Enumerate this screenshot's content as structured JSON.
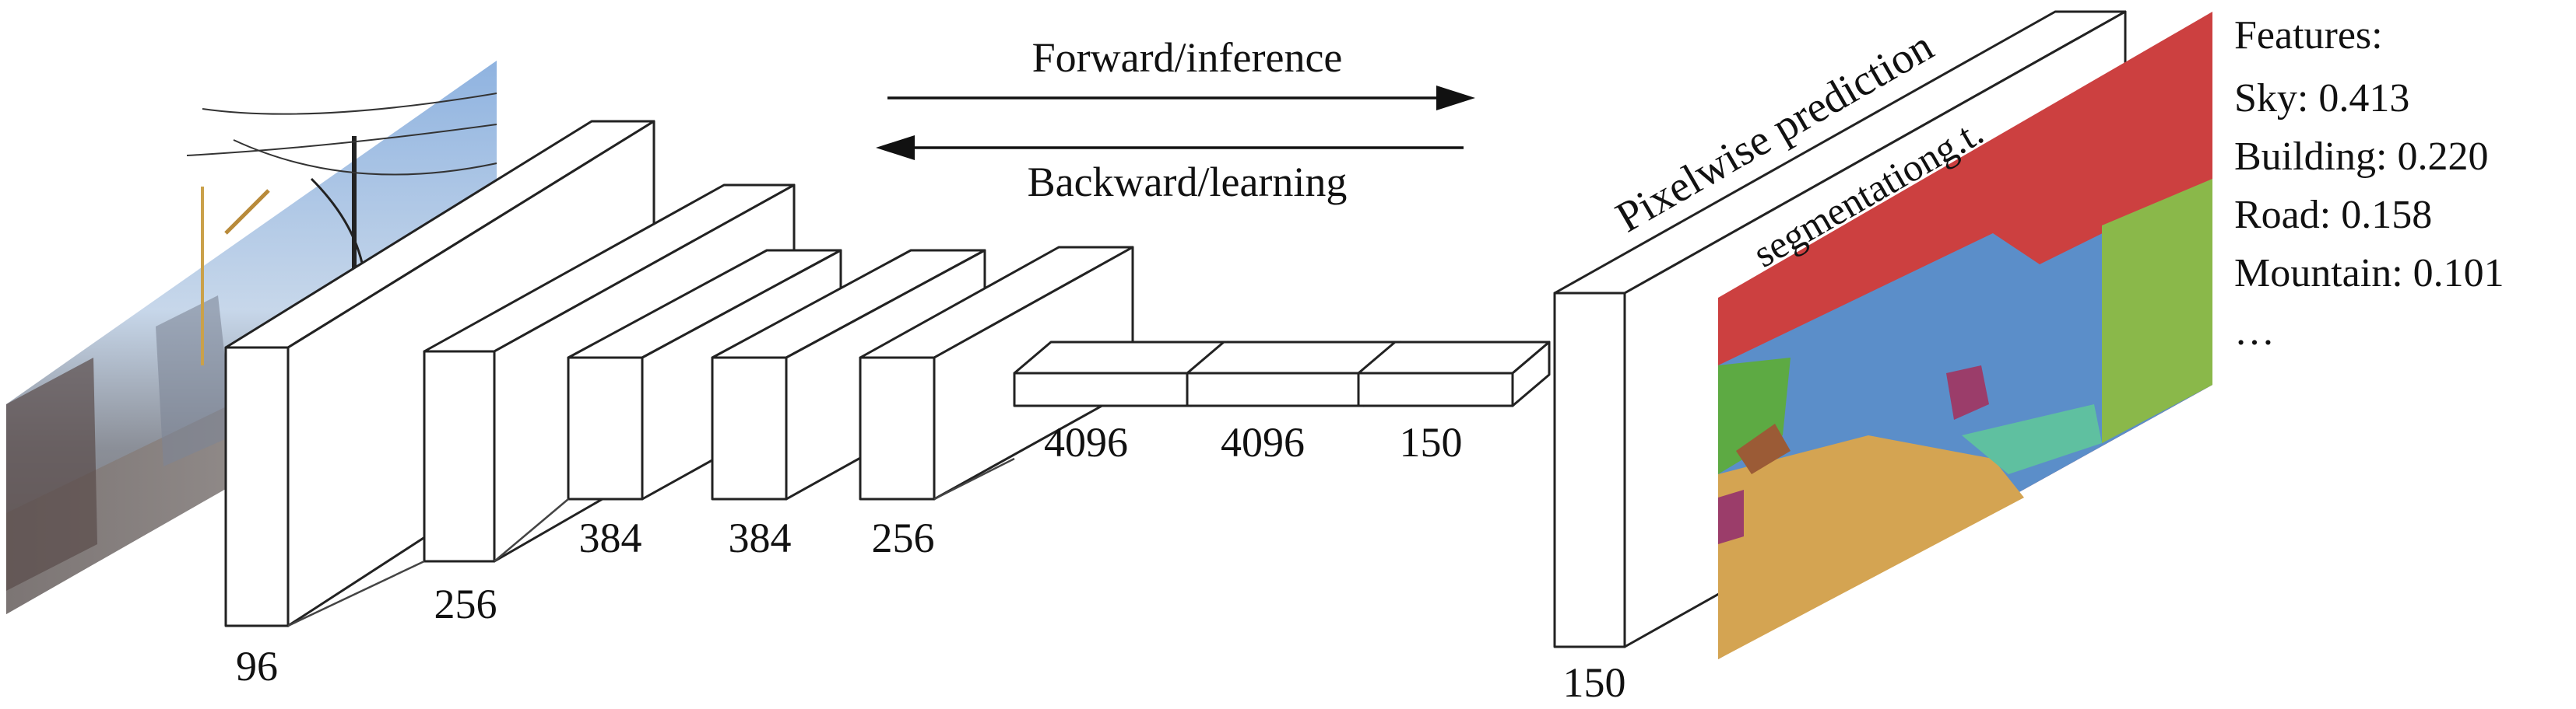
{
  "arrows": {
    "forward_label": "Forward/inference",
    "backward_label": "Backward/learning"
  },
  "layers": {
    "conv1": "96",
    "conv2": "256",
    "conv3": "384",
    "conv4": "384",
    "conv5": "256",
    "fc6": "4096",
    "fc7": "4096",
    "fc8": "150",
    "output": "150"
  },
  "output": {
    "prediction_label": "Pixelwise prediction",
    "segmentation_label": "segmentationg.t."
  },
  "features": {
    "title": "Features:",
    "items": [
      "Sky: 0.413",
      "Building: 0.220",
      "Road: 0.158",
      "Mountain: 0.101",
      "…"
    ]
  },
  "colors": {
    "segment_sky": "#cc4040",
    "segment_building": "#5b8ec9",
    "segment_road": "#d4a452",
    "segment_mountain": "#8ab84a",
    "segment_tree": "#5daa43",
    "segment_water": "#5fc0a0",
    "segment_other": "#9b3d6a",
    "segment_brown": "#9b5b36"
  }
}
